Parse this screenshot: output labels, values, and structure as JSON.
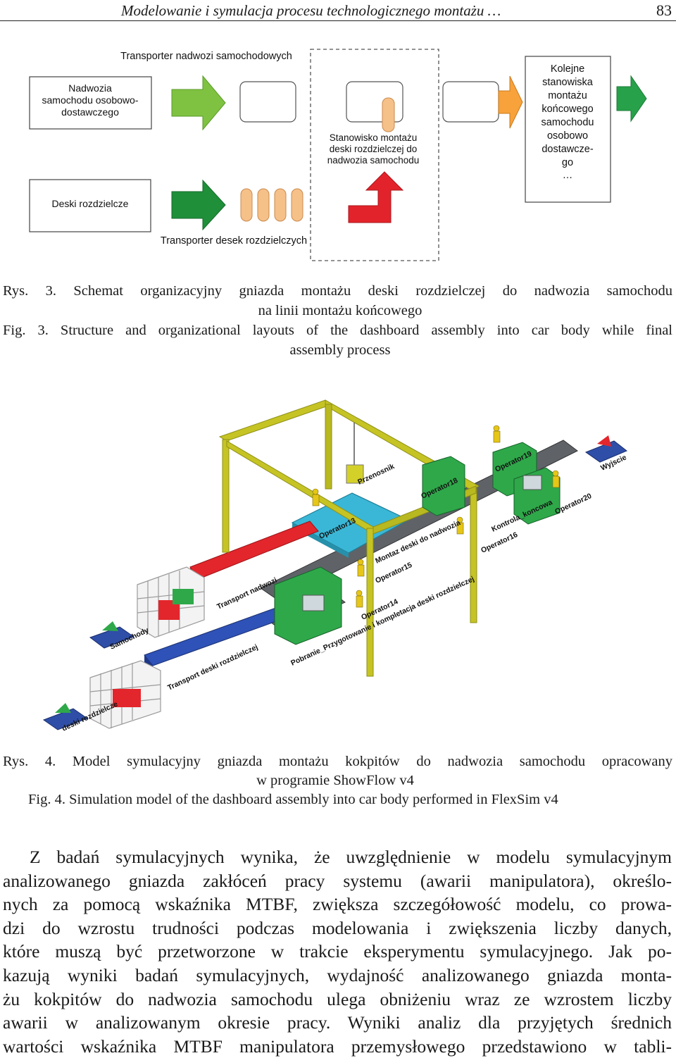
{
  "header": {
    "running_title": "Modelowanie i symulacja procesu technologicznego montażu …",
    "page_number": "83"
  },
  "figure3": {
    "labels": {
      "transporter_bodies": "Transporter nadwozi samochodowych",
      "bodies_box": [
        "Nadwozia",
        "samochodu osobowo-",
        "dostawczego"
      ],
      "dashboards_box": "Deski rozdzielcze",
      "transporter_dashboards": "Transporter desek rozdzielczych",
      "station": [
        "Stanowisko montażu",
        "deski rozdzielczej do",
        "nadwozia samochodu"
      ],
      "next_stations": [
        "Kolejne",
        "stanowiska",
        "montażu",
        "końcowego",
        "samochodu",
        "osobowo",
        "dostawcze-",
        "go",
        "…"
      ]
    },
    "caption_pl_line1": "Rys. 3. Schemat organizacyjny gniazda montażu deski rozdzielczej do nadwozia samochodu",
    "caption_pl_line2": "na linii montażu końcowego",
    "caption_en_line1": "Fig. 3. Structure and organizational layouts of the dashboard assembly into car body while final",
    "caption_en_line2": "assembly process"
  },
  "figure4": {
    "labels": {
      "przenosnik": "Przenosnik",
      "operator13": "Operator13",
      "operator14": "Operator14",
      "operator15": "Operator15",
      "operator16": "Operator16",
      "operator18": "Operator18",
      "operator19": "Operator19",
      "operator20": "Operator20",
      "wyjscie": "Wyjscie",
      "transport_nadwozi": "Transport nadwozi",
      "transport_deski": "Transport deski rozdzielczej",
      "samochody": "Samochody",
      "deski": "deski rozdzielcze",
      "montaz": "Montaz deski do nadwozia",
      "kontrola": "Kontrola_koncowa",
      "przygotowanie": "Pobranie_Przygotowanie i kompletacja deski rozdzielczej"
    },
    "caption_pl_line1": "Rys. 4. Model symulacyjny gniazda montażu kokpitów do nadwozia samochodu opracowany",
    "caption_pl_line2": "w programie ShowFlow v4",
    "caption_en_line1": "Fig. 4. Simulation model of the dashboard assembly into car body performed in FlexSim v4"
  },
  "body": {
    "lines": [
      "Z badań symulacyjnych wynika, że uwzględnienie w modelu symulacyjnym",
      "analizowanego gniazda zakłóceń pracy systemu (awarii manipulatora), określo-",
      "nych za pomocą wskaźnika MTBF, zwiększa szczegółowość modelu, co prowa-",
      "dzi do wzrostu trudności podczas modelowania i zwiększenia liczby danych,",
      "które muszą być przetworzone w trakcie eksperymentu symulacyjnego. Jak po-",
      "kazują wyniki badań symulacyjnych, wydajność analizowanego gniazda monta-",
      "żu kokpitów do nadwozia samochodu ulega obniżeniu wraz ze wzrostem liczby",
      "awarii w analizowanym okresie pracy. Wyniki analiz dla przyjętych średnich",
      "wartości wskaźnika MTBF manipulatora przemysłowego przedstawiono w tabli-"
    ]
  }
}
